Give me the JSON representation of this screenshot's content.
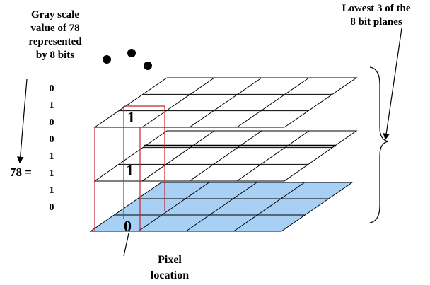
{
  "gray_scale_caption": "Gray scale\nvalue of 78\nrepresented\nby 8 bits",
  "bit_planes_caption": "Lowest 3 of the\n8 bit planes",
  "pixel_location_caption": "Pixel\nlocation",
  "value_label": "78 =",
  "bits": [
    "0",
    "1",
    "0",
    "0",
    "1",
    "1",
    "1",
    "0"
  ],
  "plane_values": [
    "1",
    "1",
    "0"
  ],
  "colors": {
    "lower_plane_fill": "#a8d0f5",
    "pixel_column_line": "#c0262c",
    "grid_line": "#000000"
  }
}
